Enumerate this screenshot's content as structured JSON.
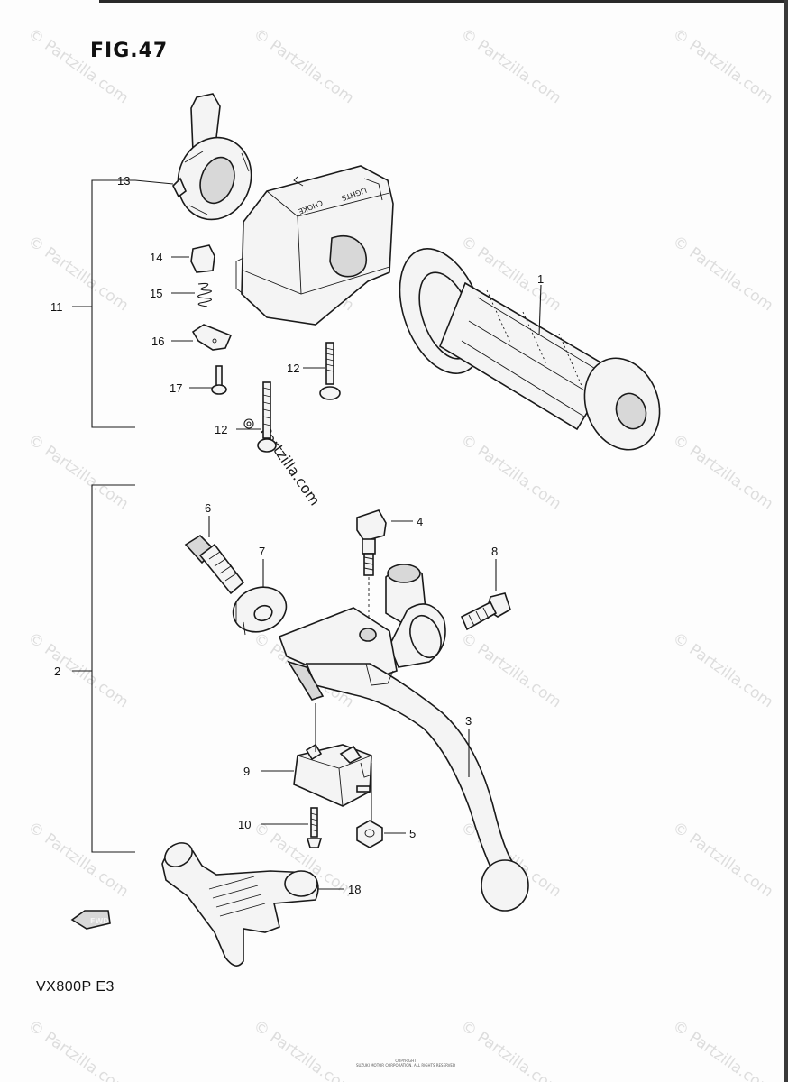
{
  "figure": {
    "title": "FIG.47",
    "model": "VX800P  E3",
    "copyright_line_1": "COPYRIGHT",
    "copyright_line_2": "SUZUKI MOTOR CORPORATION. ALL RIGHTS RESERVED",
    "forward_label": "FWD",
    "switch_text_choke": "CHOKE",
    "switch_text_lights": "LIGHTS"
  },
  "watermark": {
    "text": "© Partzilla.com",
    "center_text": "Partzilla.com"
  },
  "callouts": [
    {
      "id": "1",
      "label": "1"
    },
    {
      "id": "2",
      "label": "2"
    },
    {
      "id": "3",
      "label": "3"
    },
    {
      "id": "4",
      "label": "4"
    },
    {
      "id": "5",
      "label": "5"
    },
    {
      "id": "6",
      "label": "6"
    },
    {
      "id": "7",
      "label": "7"
    },
    {
      "id": "8",
      "label": "8"
    },
    {
      "id": "9",
      "label": "9"
    },
    {
      "id": "10",
      "label": "10"
    },
    {
      "id": "11",
      "label": "11"
    },
    {
      "id": "12a",
      "label": "12"
    },
    {
      "id": "12b",
      "label": "12"
    },
    {
      "id": "13",
      "label": "13"
    },
    {
      "id": "14",
      "label": "14"
    },
    {
      "id": "15",
      "label": "15"
    },
    {
      "id": "16",
      "label": "16"
    },
    {
      "id": "17",
      "label": "17"
    },
    {
      "id": "18",
      "label": "18"
    }
  ],
  "colors": {
    "line": "#1a1a1a",
    "watermark": "#c4c4c4",
    "paper": "#fdfdfd"
  }
}
